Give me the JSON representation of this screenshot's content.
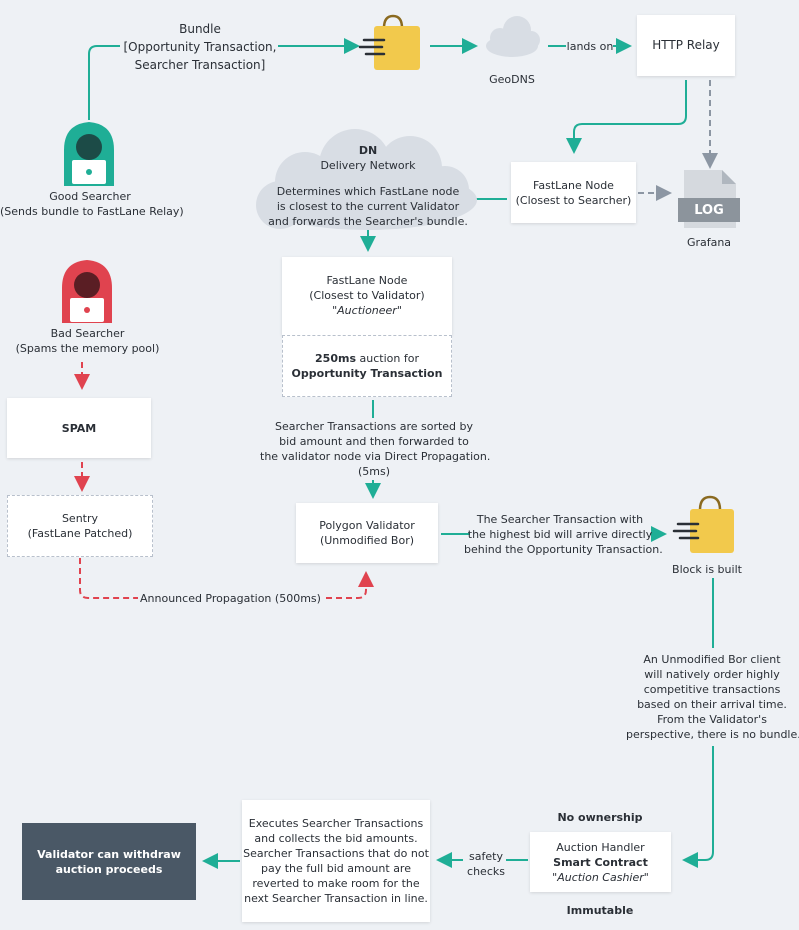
{
  "bundle": {
    "line1": "Bundle",
    "line2": "[Opportunity Transaction,",
    "line3": "Searcher Transaction]"
  },
  "geodns": {
    "label": "GeoDNS"
  },
  "edge_lands_on": "lands on",
  "http_relay": {
    "label": "HTTP Relay"
  },
  "good_searcher": {
    "line1": "Good Searcher",
    "line2": "(Sends bundle to FastLane Relay)"
  },
  "dn": {
    "title": "DN",
    "subtitle": "Delivery Network",
    "line1": "Determines which FastLane node",
    "line2": "is closest to the current Validator",
    "line3": "and forwards the Searcher's bundle."
  },
  "fastlane_searcher": {
    "line1": "FastLane Node",
    "line2": "(Closest to Searcher)"
  },
  "grafana": {
    "icon_text": "LOG",
    "label": "Grafana"
  },
  "bad_searcher": {
    "line1": "Bad Searcher",
    "line2": "(Spams the memory pool)"
  },
  "fastlane_validator": {
    "line1": "FastLane  Node",
    "line2": "(Closest to Validator)",
    "line3": "\"Auctioneer\""
  },
  "auction": {
    "bold1": "250ms",
    "rest1": " auction for",
    "line2": "Opportunity Transaction"
  },
  "spam": {
    "label": "SPAM"
  },
  "sort_note": {
    "line1": "Searcher Transactions are sorted by",
    "line2": "bid amount and then forwarded to",
    "line3": "the validator node via Direct Propagation.",
    "line4": "(5ms)"
  },
  "sentry": {
    "line1": "Sentry",
    "line2": "(FastLane Patched)"
  },
  "polygon_validator": {
    "line1": "Polygon Validator",
    "line2": "(Unmodified Bor)"
  },
  "highest_bid_note": {
    "line1": "The Searcher Transaction with",
    "line2": "the highest bid will arrive directly",
    "line3": "behind the Opportunity Transaction."
  },
  "block_built": {
    "label": "Block is built"
  },
  "announced": {
    "label": "Announced Propagation (500ms)"
  },
  "bor_note": {
    "line1": "An Unmodified Bor client",
    "line2": "will natively order highly",
    "line3": "competitive transactions",
    "line4": "based on their arrival time.",
    "line5": "From the Validator's",
    "line6": "perspective, there is no bundle."
  },
  "no_ownership": "No ownership",
  "immutable": "Immutable",
  "auction_handler": {
    "line1": "Auction Handler",
    "line2": "Smart Contract",
    "line3": "\"Auction Cashier\""
  },
  "safety": {
    "line1": "safety",
    "line2": "checks"
  },
  "executes": {
    "line1": "Executes Searcher Transactions",
    "line2": "and collects the bid amounts.",
    "line3": "Searcher Transactions that do not",
    "line4": "pay the full bid amount are",
    "line5": "reverted to make room for the",
    "line6": "next Searcher Transaction in line."
  },
  "withdraw": {
    "line1": "Validator can withdraw",
    "line2": "auction proceeds"
  },
  "colors": {
    "teal": "#1fae96",
    "red": "#e0434f",
    "gray_dash": "#8c96a3",
    "bag": "#f2c94c",
    "dark_box": "#4a5866"
  }
}
